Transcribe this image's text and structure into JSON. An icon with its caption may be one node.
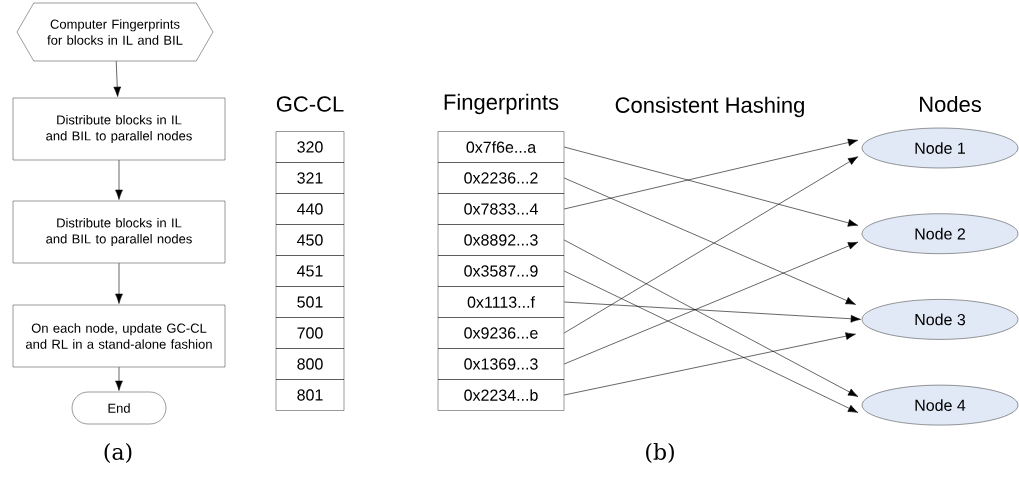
{
  "diagram": {
    "nodes": [
      {
        "text": [
          "Computer Fingerprints for blocks in IL and BIL"
        ]
      },
      {
        "text": [
          "Distribute blocks in IL and BIL to parallel nodes"
        ]
      },
      {
        "text": [
          "Distribute blocks in IL and BIL to parallel nodes"
        ]
      },
      {
        "text": [
          "On each node, update GC-CL and RL in a stand-alone fashion"
        ]
      },
      {
        "text": [
          "End"
        ]
      },
      {
        "text": [
          "320"
        ]
      },
      {
        "text": [
          "321"
        ]
      },
      {
        "text": [
          "440"
        ]
      },
      {
        "text": [
          "450"
        ]
      },
      {
        "text": [
          "451"
        ]
      },
      {
        "text": [
          "501"
        ]
      },
      {
        "text": [
          "700"
        ]
      },
      {
        "text": [
          "800"
        ]
      },
      {
        "text": [
          "801"
        ]
      },
      {
        "text": [
          "0x7f6e...a"
        ]
      },
      {
        "text": [
          "0x2236...2"
        ]
      },
      {
        "text": [
          "0x7833...4"
        ]
      },
      {
        "text": [
          "0x8892...3"
        ]
      },
      {
        "text": [
          "0x3587...9"
        ]
      },
      {
        "text": [
          "0x1113...f"
        ]
      },
      {
        "text": [
          "0x9236...e"
        ]
      },
      {
        "text": [
          "0x1369...3"
        ]
      },
      {
        "text": [
          "0x2234...b"
        ]
      },
      {
        "text": [
          "Node 1"
        ]
      },
      {
        "text": [
          "Node 2"
        ]
      },
      {
        "text": [
          "Node 3"
        ]
      },
      {
        "text": [
          "Node 4"
        ]
      }
    ],
    "edges": [
      {
        "from": 0,
        "to": 1,
        "arrow": "to"
      },
      {
        "from": 1,
        "to": 2,
        "arrow": "to"
      },
      {
        "from": 2,
        "to": 3,
        "arrow": "to"
      },
      {
        "from": 3,
        "to": 4,
        "arrow": "to"
      },
      {
        "from": 14,
        "to": 24,
        "arrow": "to"
      },
      {
        "from": 15,
        "to": 25,
        "arrow": "to"
      },
      {
        "from": 16,
        "to": 23,
        "arrow": "to"
      },
      {
        "from": 17,
        "to": 26,
        "arrow": "to"
      },
      {
        "from": 18,
        "to": 26,
        "arrow": "to"
      },
      {
        "from": 19,
        "to": 25,
        "arrow": "to"
      },
      {
        "from": 20,
        "to": 23,
        "arrow": "to"
      },
      {
        "from": 21,
        "to": 24,
        "arrow": "to"
      },
      {
        "from": 22,
        "to": 25,
        "arrow": "to"
      }
    ],
    "labels": [
      "GC-CL",
      "Fingerprints",
      "Consistent Hashing",
      "Nodes",
      "(a)",
      "(b)"
    ]
  }
}
